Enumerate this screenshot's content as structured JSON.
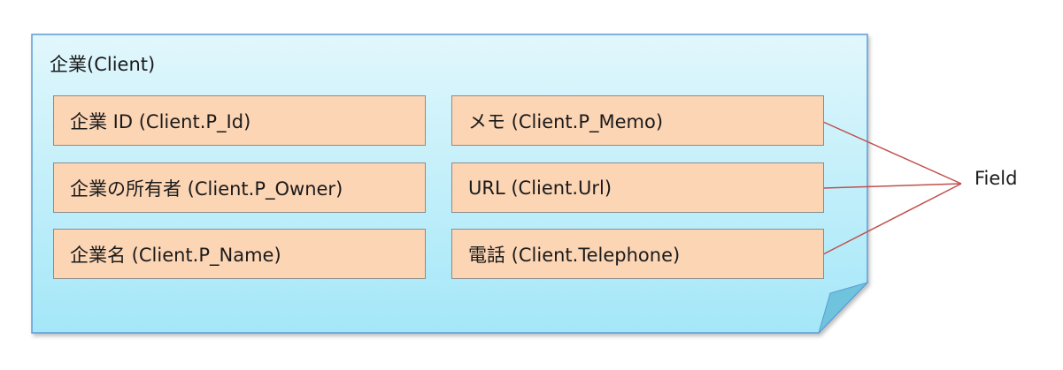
{
  "entity": {
    "title": "企業(Client)",
    "fields_left": [
      "企業 ID (Client.P_Id)",
      "企業の所有者 (Client.P_Owner)",
      "企業名 (Client.P_Name)"
    ],
    "fields_right": [
      "メモ (Client.P_Memo)",
      "URL (Client.Url)",
      "電話 (Client.Telephone)"
    ]
  },
  "callout": {
    "label": "Field"
  },
  "colors": {
    "panel_top": "#e1f7fc",
    "panel_bottom": "#a4e7f8",
    "panel_border": "#5b9bd5",
    "field_fill": "#fcd5b5",
    "connector": "#c0504d"
  }
}
